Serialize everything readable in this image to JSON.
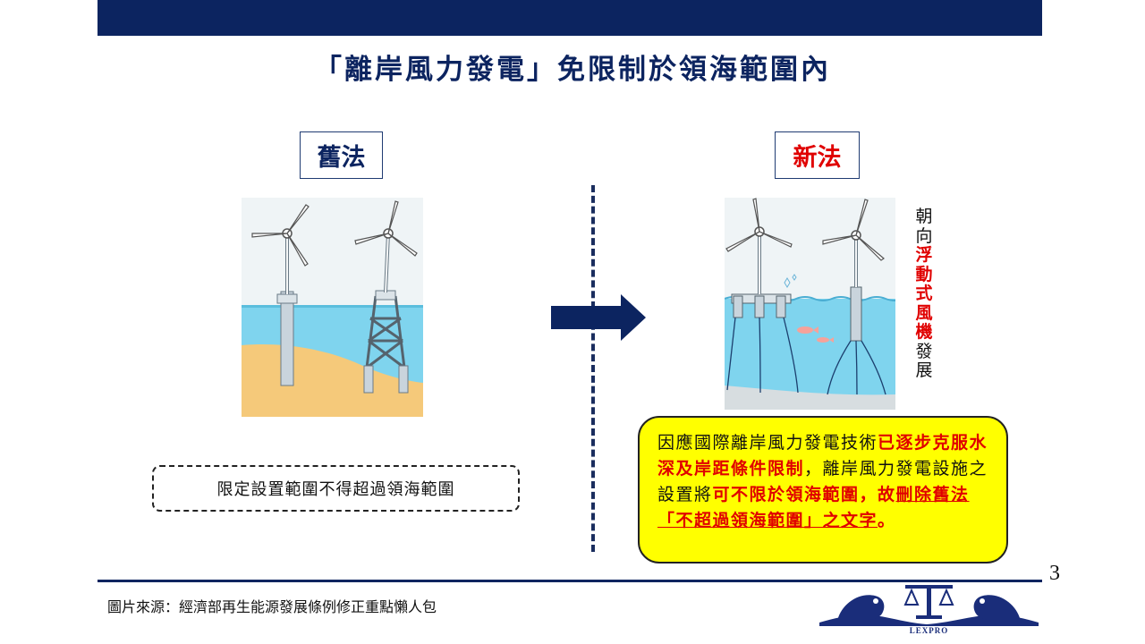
{
  "title": "「離岸風力發電」免限制於領海範圍內",
  "old_law": {
    "label": "舊法",
    "note": "限定設置範圍不得超過領海範圍"
  },
  "new_law": {
    "label": "新法",
    "side_text_pre": [
      "朝",
      "向"
    ],
    "side_text_highlight": [
      "浮",
      "動",
      "式",
      "風",
      "機"
    ],
    "side_text_post": [
      "發",
      "展"
    ],
    "desc_1": "因應國際離岸風力發電技術",
    "desc_2_red": "已逐步克服水深及岸距條件限制",
    "desc_3": "，離岸風力發電設施之設置將",
    "desc_4_red": "可不限於領海範圍，故",
    "desc_5_red_ul": "刪除舊法「不超過領海範圍」之文字",
    "desc_6": "。"
  },
  "page_number": "3",
  "source": "圖片來源：經濟部再生能源發展條例修正重點懶人包",
  "logo_text": "LEXPRO",
  "colors": {
    "navy": "#0c2460",
    "red": "#e00000",
    "highlight_yellow": "#ffff00",
    "sea": "#7fd4ee",
    "sand": "#f5c97a"
  },
  "icons": [
    "wind-turbine-icon",
    "right-arrow-icon",
    "fish-icon",
    "lion-icon",
    "scales-icon"
  ]
}
